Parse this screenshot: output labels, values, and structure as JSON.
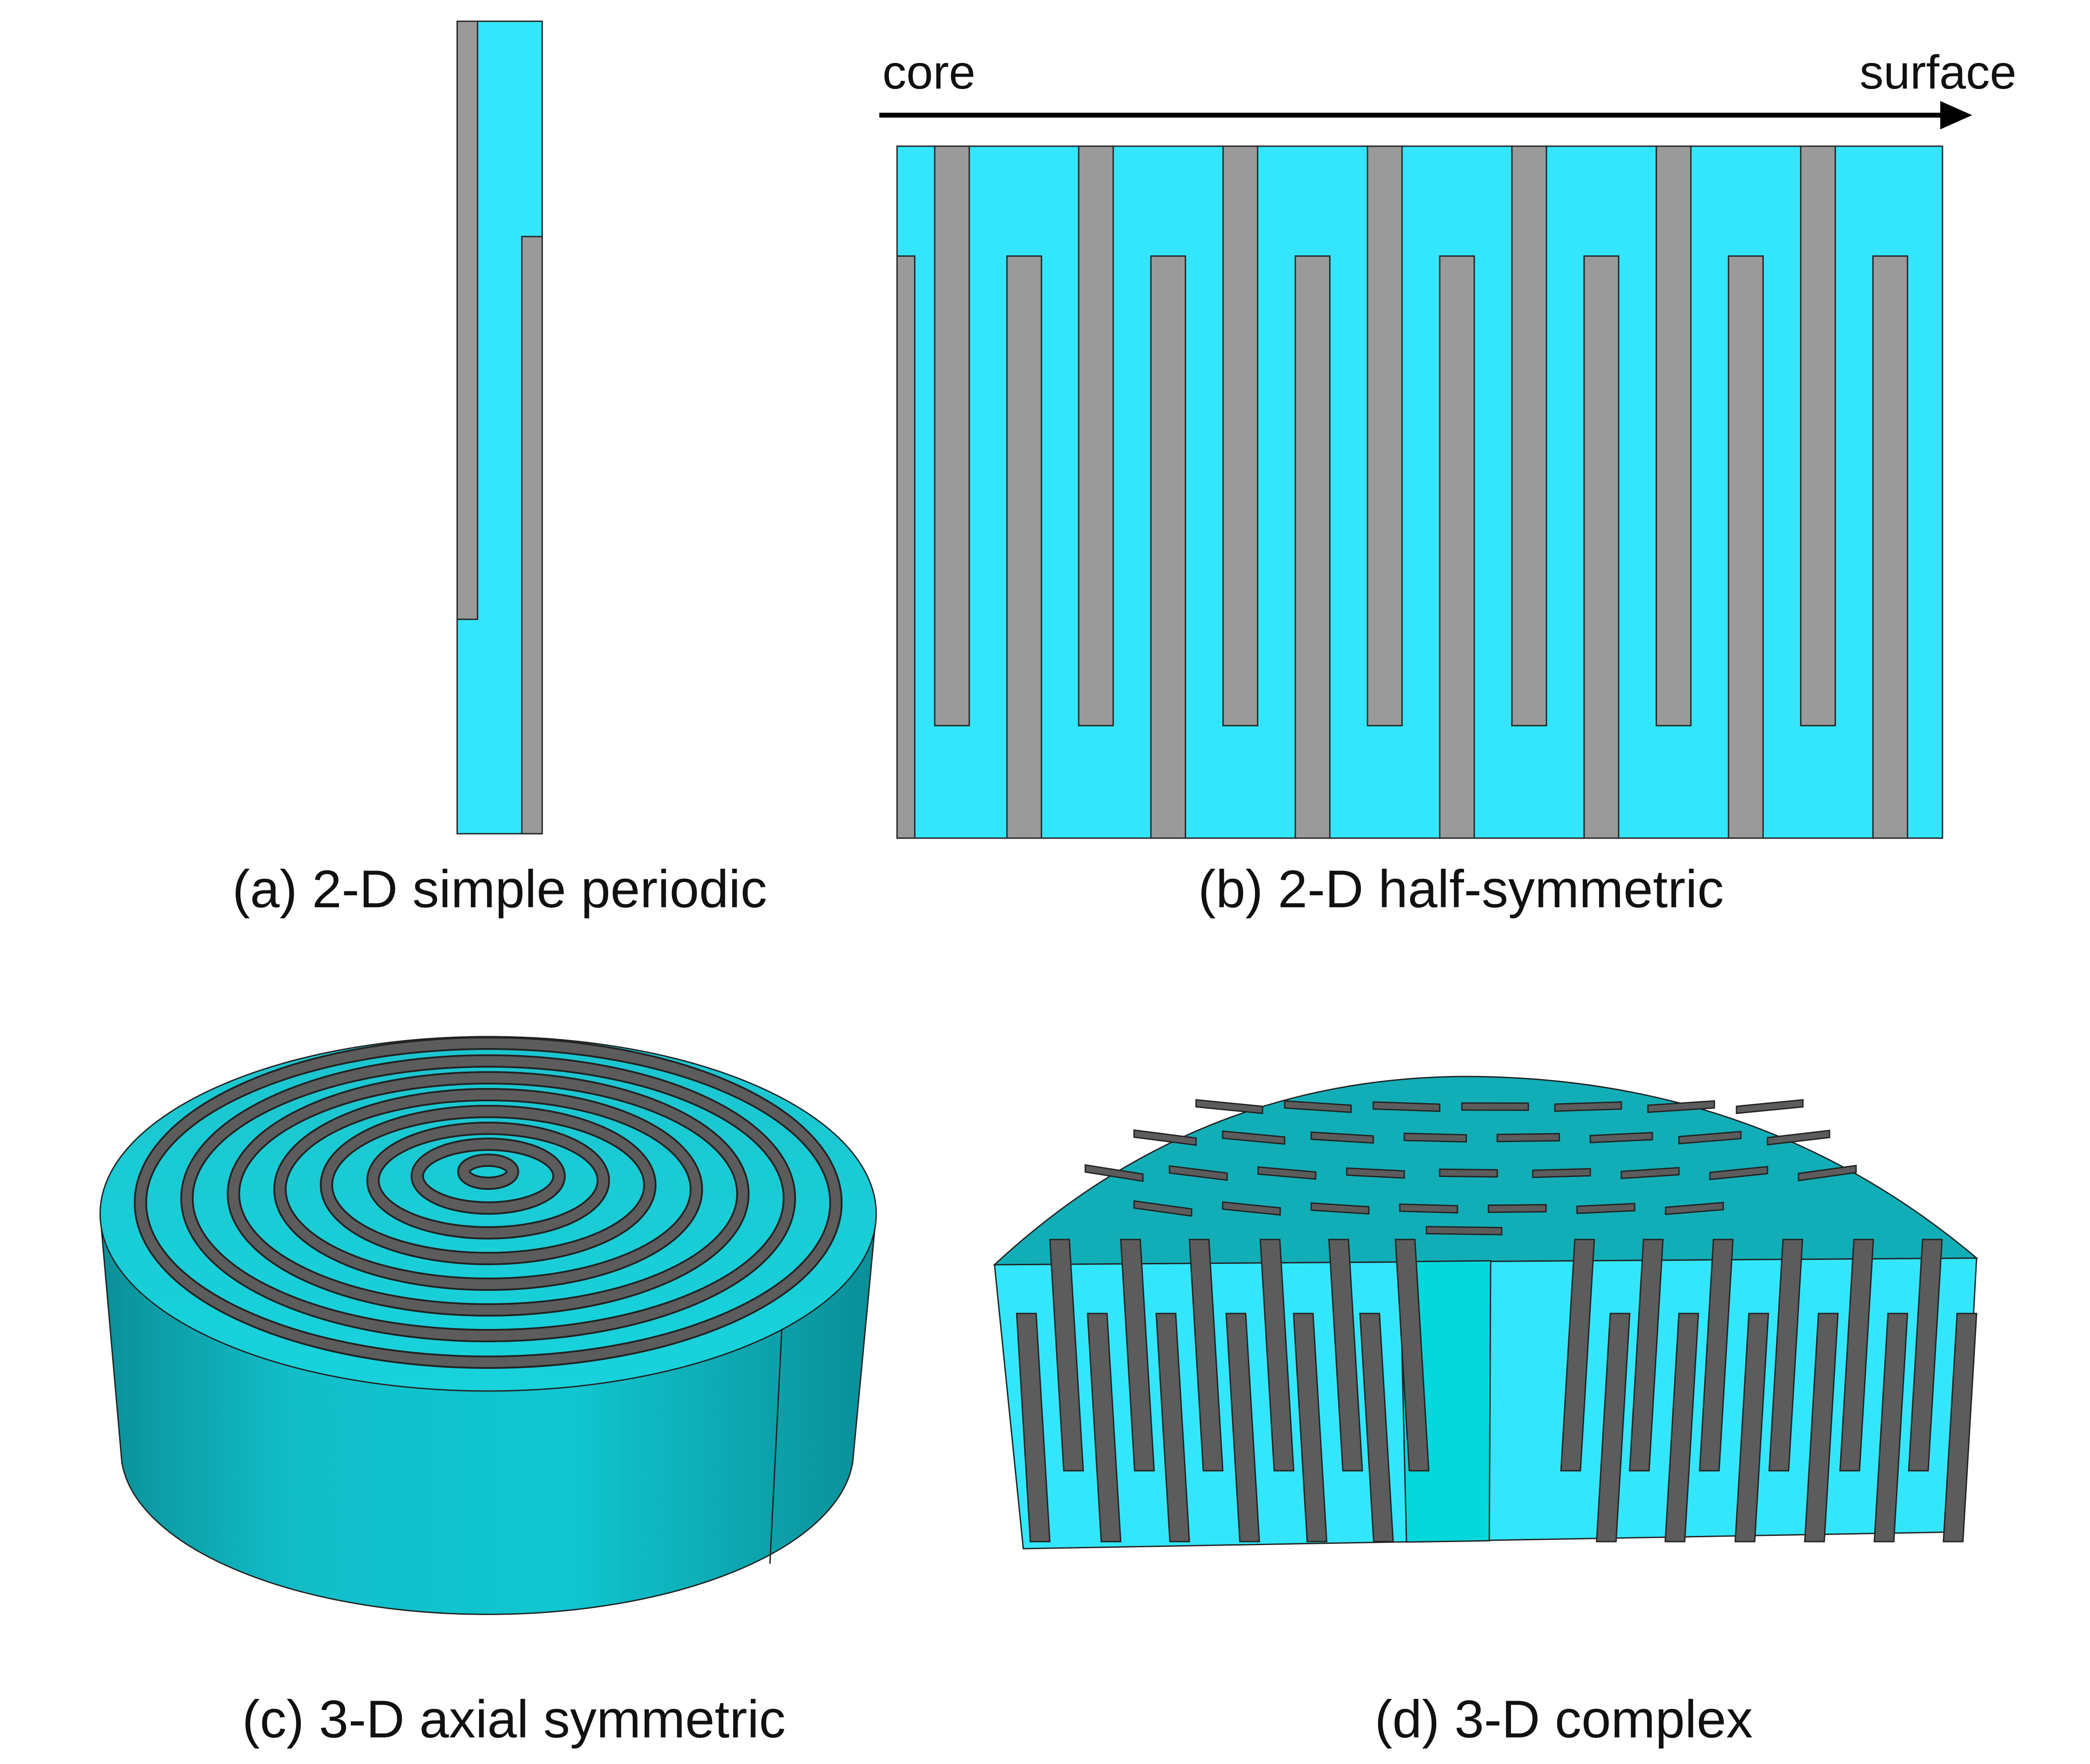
{
  "panels": {
    "a": {
      "caption": "(a) 2-D simple periodic"
    },
    "b": {
      "caption": "(b) 2-D half-symmetric",
      "arrow_start_label": "core",
      "arrow_end_label": "surface"
    },
    "c": {
      "caption": "(c) 3-D axial symmetric"
    },
    "d": {
      "caption": "(d) 3-D complex"
    }
  },
  "colors": {
    "cyan": "#33E6FC",
    "gray": "#9A9A9A",
    "top_cyan": "#1FC9D3",
    "side_cyan": "#10C4CE",
    "dark_gray": "#5C5C5C",
    "outline": "#222222"
  }
}
